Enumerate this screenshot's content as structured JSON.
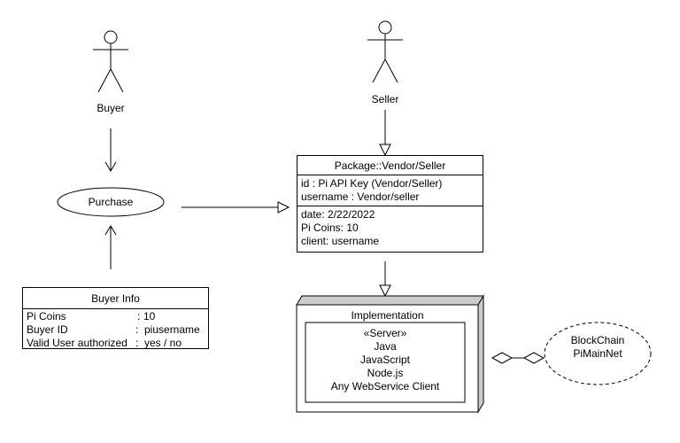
{
  "actors": {
    "buyer": {
      "label": "Buyer"
    },
    "seller": {
      "label": "Seller"
    }
  },
  "usecase": {
    "label": "Purchase"
  },
  "buyer_info": {
    "title": "Buyer Info",
    "rows": [
      {
        "key": "Pi Coins",
        "sep": ":",
        "value": "10"
      },
      {
        "key": "Buyer ID",
        "sep": ":",
        "value": "piusername"
      },
      {
        "key": "Valid User authorized",
        "sep": ":",
        "value": "yes / no"
      }
    ]
  },
  "vendor_class": {
    "title": "Package::Vendor/Seller",
    "attrs1": [
      "id : Pi API Key (Vendor/Seller)",
      "username : Vendor/seller"
    ],
    "attrs2": [
      "date: 2/22/2022",
      "Pi Coins: 10",
      "client: username"
    ]
  },
  "implementation": {
    "title": "Implementation",
    "server_lines": [
      "«Server»",
      "Java",
      "JavaScript",
      "Node.js",
      "Any WebService Client"
    ]
  },
  "blockchain": {
    "line1": "BlockChain",
    "line2": "PiMainNet"
  }
}
